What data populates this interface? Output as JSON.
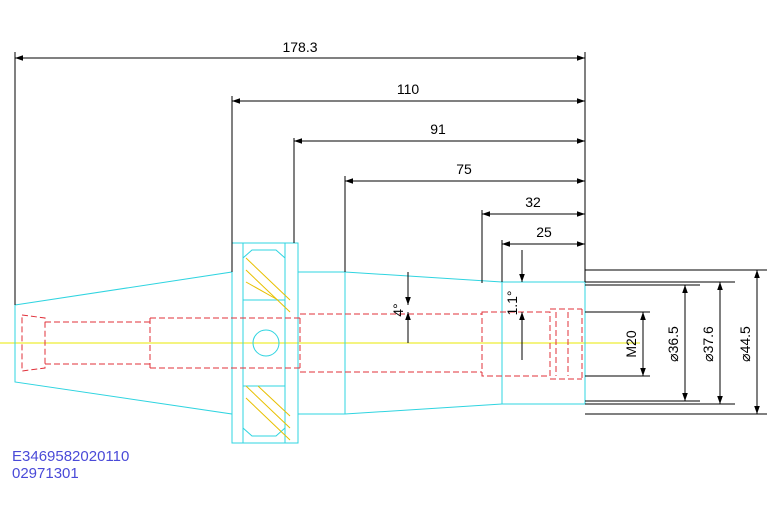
{
  "colors": {
    "outline": "#2fd4e0",
    "hidden": "#e0303a",
    "centerline": "#e8e800",
    "hatch": "#e8c000",
    "dimension": "#000000",
    "part_number": "#4a4ad8"
  },
  "dimensions": {
    "overall_length": "178.3",
    "length_110": "110",
    "length_91": "91",
    "length_75": "75",
    "length_32": "32",
    "length_25": "25",
    "taper_angle": "4°",
    "small_angle": "1.1°",
    "thread": "M20",
    "dia_36_5": "⌀36.5",
    "dia_37_6": "⌀37.6",
    "dia_44_5": "⌀44.5"
  },
  "part_number": {
    "line1": "E3469582020110",
    "line2": "02971301"
  }
}
